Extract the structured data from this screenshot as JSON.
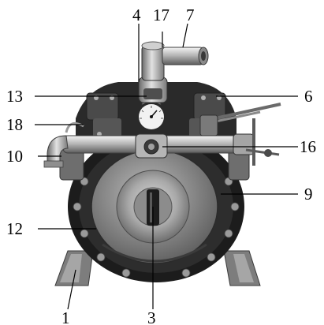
{
  "figure": {
    "labels": {
      "l1": "1",
      "l3": "3",
      "l4": "4",
      "l6": "6",
      "l7": "7",
      "l9": "9",
      "l10": "10",
      "l12": "12",
      "l13": "13",
      "l16": "16",
      "l17": "17",
      "l18": "18"
    }
  }
}
